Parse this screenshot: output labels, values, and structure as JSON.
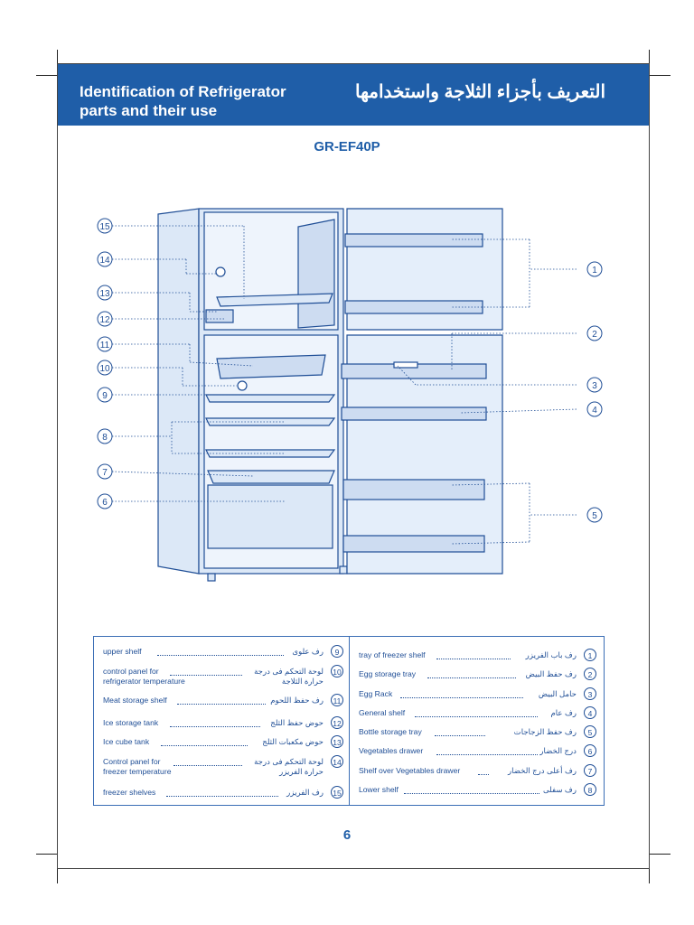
{
  "header": {
    "title_en_line1": "Identification of Refrigerator",
    "title_en_line2": "parts and their use",
    "title_ar": "التعريف بأجزاء الثلاجة واستخدامها"
  },
  "model": "GR-EF40P",
  "callouts": [
    "1",
    "2",
    "3",
    "4",
    "5",
    "6",
    "7",
    "8",
    "9",
    "10",
    "11",
    "12",
    "13",
    "14",
    "15"
  ],
  "legend": {
    "right_column": [
      {
        "num": "1",
        "en": "tray of freezer shelf",
        "ar": "رف باب الفريزر"
      },
      {
        "num": "2",
        "en": "Egg storage tray",
        "ar": "رف حفظ البيض"
      },
      {
        "num": "3",
        "en": "Egg Rack",
        "ar": "حامل البيض"
      },
      {
        "num": "4",
        "en": "General shelf",
        "ar": "رف عام"
      },
      {
        "num": "5",
        "en": "Bottle storage tray",
        "ar": "رف حفظ الزجاجات"
      },
      {
        "num": "6",
        "en": "Vegetables drawer",
        "ar": "درج الخضار"
      },
      {
        "num": "7",
        "en": "Shelf over Vegetables drawer",
        "ar": "رف أعلى درج الخضار"
      },
      {
        "num": "8",
        "en": "Lower shelf",
        "ar": "رف سفلى"
      }
    ],
    "left_column": [
      {
        "num": "9",
        "en": "upper shelf",
        "en2": "",
        "ar": "رف علوى",
        "ar2": ""
      },
      {
        "num": "10",
        "en": "control panel for",
        "en2": "refrigerator temperature",
        "ar": "لوحة التحكم فى درجة",
        "ar2": "حرارة الثلاجة"
      },
      {
        "num": "11",
        "en": "Meat storage shelf",
        "en2": "",
        "ar": "رف حفظ اللحوم",
        "ar2": ""
      },
      {
        "num": "12",
        "en": "Ice storage tank",
        "en2": "",
        "ar": "حوض حفظ الثلج",
        "ar2": ""
      },
      {
        "num": "13",
        "en": "Ice cube tank",
        "en2": "",
        "ar": "حوض مكعبات الثلج",
        "ar2": ""
      },
      {
        "num": "14",
        "en": "Control panel for",
        "en2": "freezer temperature",
        "ar": "لوحة التحكم فى درجة",
        "ar2": "حرارة الفريزر"
      },
      {
        "num": "15",
        "en": "freezer shelves",
        "en2": "",
        "ar": "رف الفريزر",
        "ar2": ""
      }
    ]
  },
  "page_number": "6"
}
